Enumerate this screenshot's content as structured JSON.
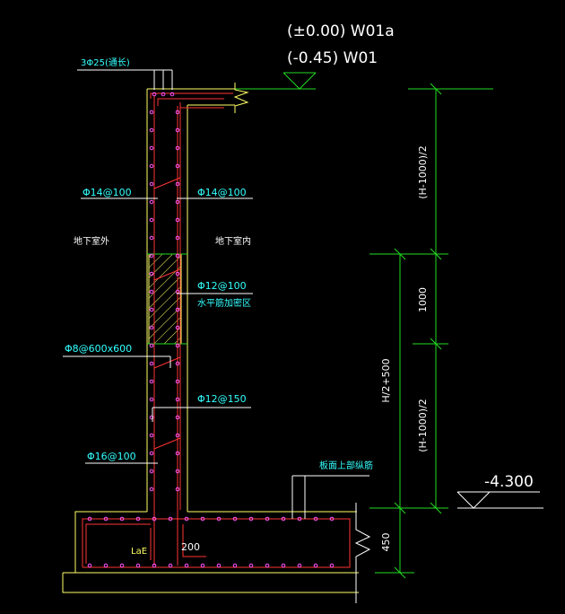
{
  "colors": {
    "background": "#000000",
    "white": "#ffffff",
    "yellow": "#ffff66",
    "green": "#22dd22",
    "red": "#ff3333",
    "cyan": "#33ffff",
    "magenta": "#ff55ff"
  },
  "elevations": {
    "top_line1": "(±0.00) W01a",
    "top_line2": "(-0.45) W01",
    "bottom": "-4.300"
  },
  "rebar_labels": {
    "top_bars": "3Φ25(通长)",
    "outer_upper": "Φ14@100",
    "inner_upper": "Φ14@100",
    "inner_mid": "Φ12@100",
    "reinforce_zone": "水平筋加密区",
    "tie_bars": "Φ8@600x600",
    "inner_lower": "Φ12@150",
    "outer_lower": "Φ16@100",
    "slab_top_bars": "板面上部纵筋",
    "lae": "LaE",
    "dim_200": "200"
  },
  "side_labels": {
    "outside": "地下室外",
    "inside": "地下室内"
  },
  "dimensions": {
    "upper": "(H-1000)/2",
    "middle": "1000",
    "lower": "(H-1000)/2",
    "half": "H/2+500",
    "slab": "450"
  }
}
